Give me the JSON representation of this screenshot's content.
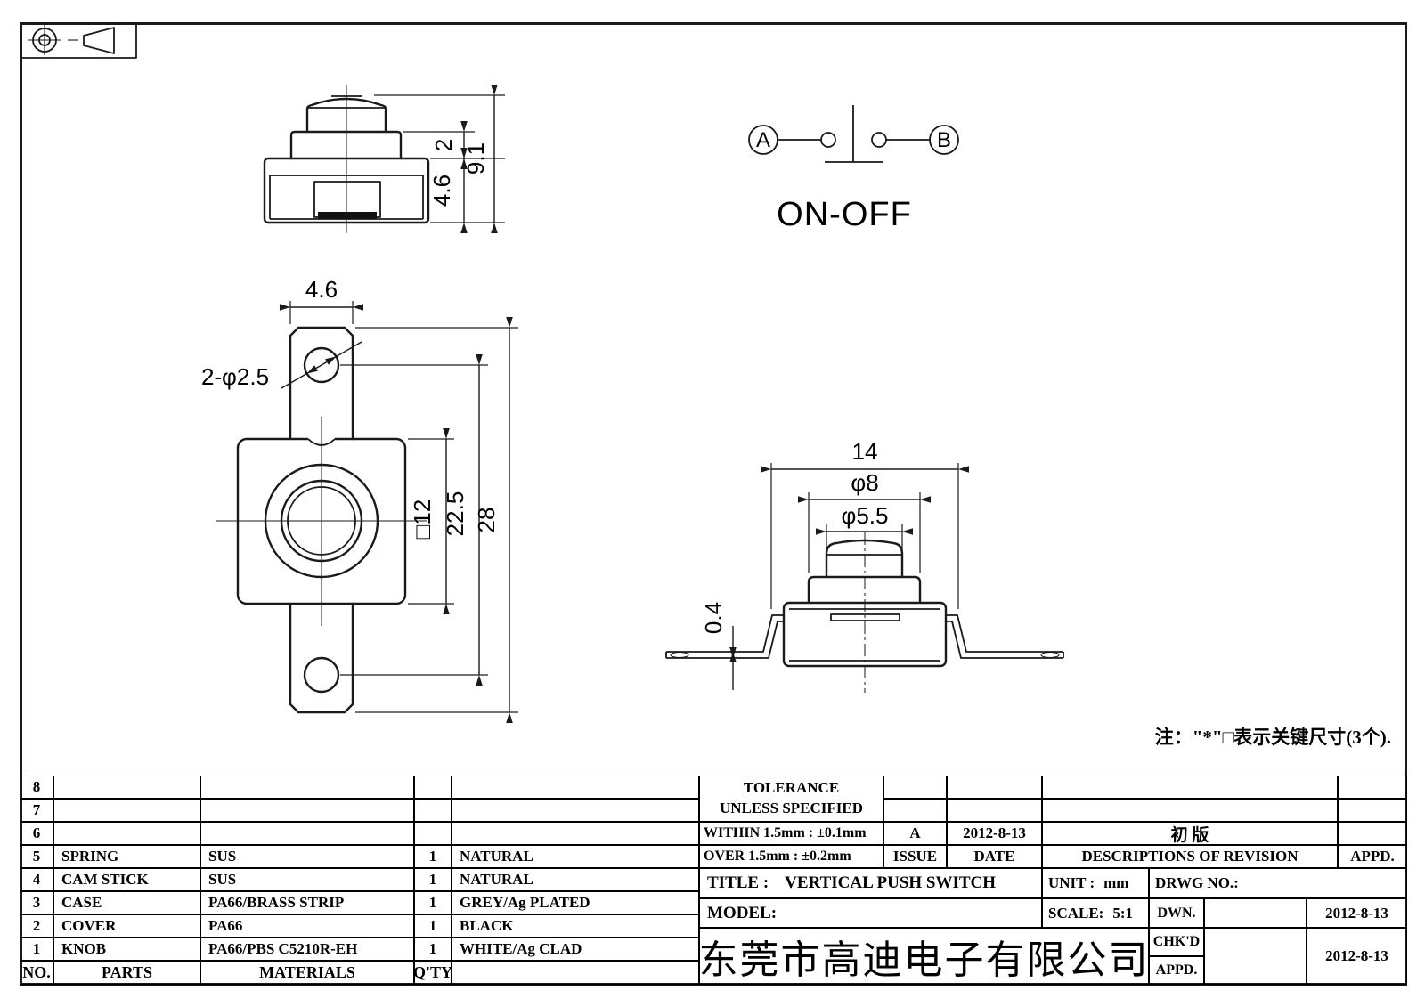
{
  "schematic": {
    "terminal_a": "A",
    "terminal_b": "B",
    "state_label": "ON-OFF"
  },
  "front_view": {
    "dim_step": "2",
    "dim_body": "4.6",
    "dim_total": "9.1"
  },
  "top_view": {
    "dim_tab_width": "4.6",
    "dim_holes": "2-φ2.5",
    "dim_square": "□12",
    "dim_hole_pitch": "22.5",
    "dim_overall": "28"
  },
  "side_view": {
    "dim_width": "14",
    "dim_collar": "φ8",
    "dim_knob": "φ5.5",
    "dim_terminal": "0.4"
  },
  "note": "注：\"*\"□表示关键尺寸(3个).",
  "parts_table": {
    "col_headers": {
      "no": "NO.",
      "parts": "PARTS",
      "materials": "MATERIALS",
      "qty": "Q'TY"
    },
    "rows": [
      {
        "no": "8",
        "part": "",
        "material": "",
        "qty": "",
        "finish": ""
      },
      {
        "no": "7",
        "part": "",
        "material": "",
        "qty": "",
        "finish": ""
      },
      {
        "no": "6",
        "part": "",
        "material": "",
        "qty": "",
        "finish": ""
      },
      {
        "no": "5",
        "part": "SPRING",
        "material": "SUS",
        "qty": "1",
        "finish": "NATURAL"
      },
      {
        "no": "4",
        "part": "CAM STICK",
        "material": "SUS",
        "qty": "1",
        "finish": "NATURAL"
      },
      {
        "no": "3",
        "part": "CASE",
        "material": "PA66/BRASS STRIP",
        "qty": "1",
        "finish": "GREY/Ag PLATED"
      },
      {
        "no": "2",
        "part": "COVER",
        "material": "PA66",
        "qty": "1",
        "finish": "BLACK"
      },
      {
        "no": "1",
        "part": "KNOB",
        "material": "PA66/PBS C5210R-EH",
        "qty": "1",
        "finish": "WHITE/Ag CLAD"
      }
    ]
  },
  "title_block": {
    "tolerance_title": "TOLERANCE",
    "tolerance_subtitle": "UNLESS  SPECIFIED",
    "tolerance_within": "WITHIN 1.5mm : ±0.1mm",
    "tolerance_over": "OVER 1.5mm : ±0.2mm",
    "issue_value": "A",
    "issue_label": "ISSUE",
    "date_value": "2012-8-13",
    "date_label": "DATE",
    "revision_value": "初  版",
    "revision_header": "DESCRIPTIONS  OF  REVISION",
    "appd_header": "APPD.",
    "title_label": "TITLE :",
    "title_value": "VERTICAL  PUSH  SWITCH",
    "unit_label": "UNIT :",
    "unit_value": "mm",
    "drwg_label": "DRWG  NO.:",
    "model_label": "MODEL:",
    "scale_label": "SCALE:",
    "scale_value": "5:1",
    "dwn_label": "DWN.",
    "dwn_date": "2012-8-13",
    "chkd_label": "CHK'D",
    "chkd_date": "2012-8-13",
    "appd_label": "APPD.",
    "company": "东莞市高迪电子有限公司"
  }
}
